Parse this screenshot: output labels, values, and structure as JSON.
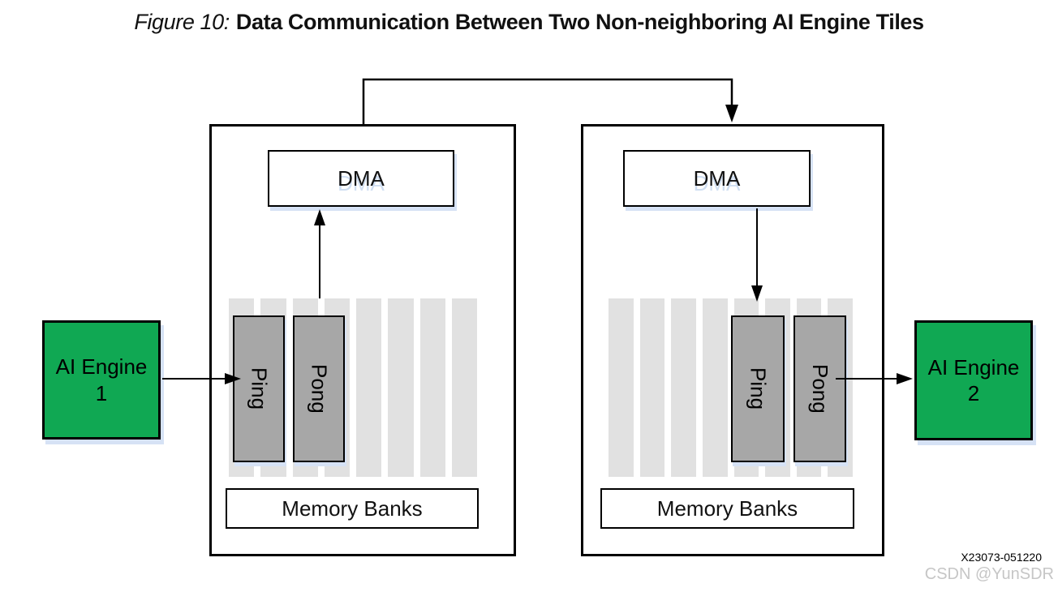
{
  "title": {
    "prefix": "Figure 10:",
    "text": "Data Communication Between Two Non-neighboring AI Engine Tiles"
  },
  "colors": {
    "engine_green": "#10a853",
    "stripe_gray": "#e1e1e1",
    "buffer_gray": "#a7a7a7",
    "line_black": "#000000",
    "shadow_blue": "#d6e2f5",
    "watermark_gray": "#c6c6c6"
  },
  "tiles": [
    {
      "dma": "DMA",
      "memory_banks": "Memory Banks",
      "buffers": [
        {
          "label": "Ping"
        },
        {
          "label": "Pong"
        }
      ]
    },
    {
      "dma": "DMA",
      "memory_banks": "Memory Banks",
      "buffers": [
        {
          "label": "Ping"
        },
        {
          "label": "Pong"
        }
      ]
    }
  ],
  "engines": [
    {
      "name": "AI Engine",
      "number": "1"
    },
    {
      "name": "AI Engine",
      "number": "2"
    }
  ],
  "footer": {
    "doc_number": "X23073-051220",
    "watermark": "CSDN @YunSDR"
  }
}
